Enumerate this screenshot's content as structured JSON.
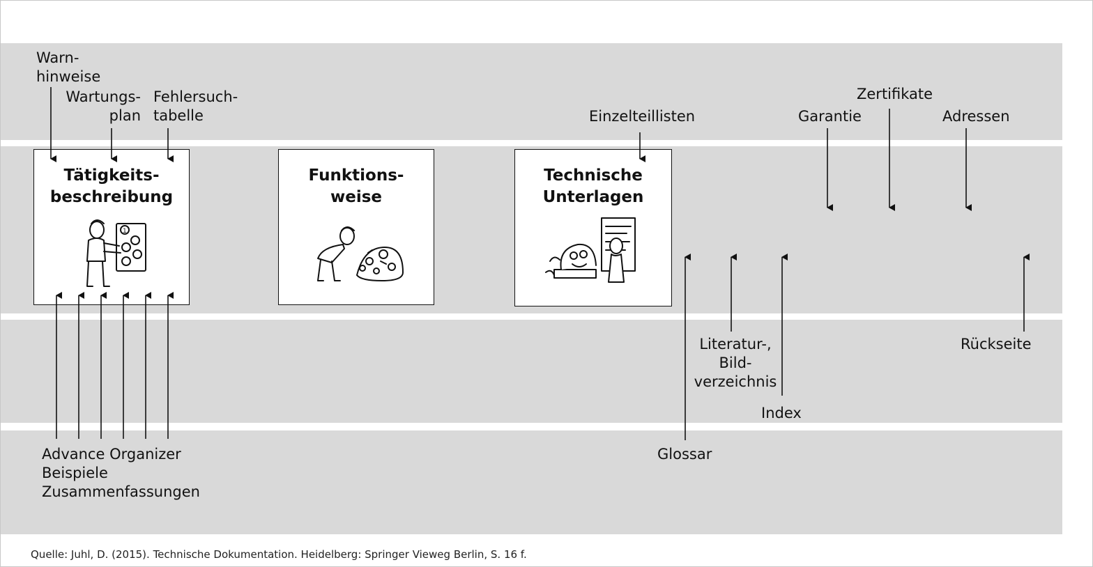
{
  "diagram": {
    "boxes": [
      {
        "id": "taetigkeit",
        "title": "Tätigkeits-\nbeschreibung"
      },
      {
        "id": "funktion",
        "title": "Funktions-\nweise"
      },
      {
        "id": "technisch",
        "title": "Technische\nUnterlagen"
      }
    ],
    "labels": {
      "warn": "Warn-\nhinweise",
      "wartung": "Wartungs-\nplan",
      "fehler": "Fehlersuch-\ntabelle",
      "einzelteil": "Einzelteillisten",
      "garantie": "Garantie",
      "zertifikate": "Zertifikate",
      "adressen": "Adressen",
      "advance": "Advance Organizer\nBeispiele\nZusammenfassungen",
      "literatur": "Literatur-,\nBild-\nverzeichnis",
      "index": "Index",
      "glossar": "Glossar",
      "rueckseite": "Rückseite"
    },
    "caption": "Quelle: Juhl, D. (2015). Technische Dokumentation. Heidelberg: Springer Vieweg Berlin, S. 16 f."
  }
}
